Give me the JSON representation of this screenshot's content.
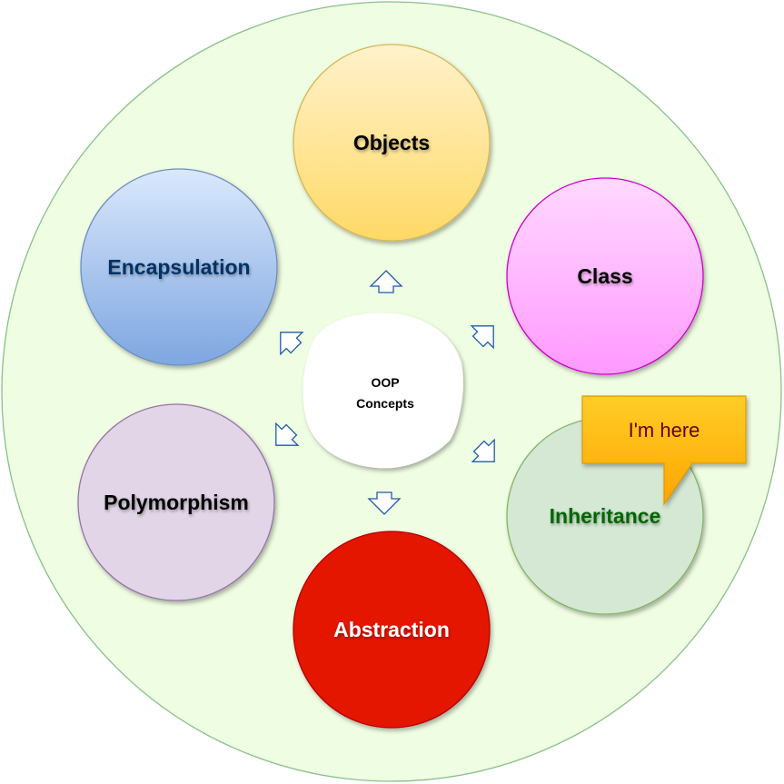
{
  "center": {
    "line1": "OOP",
    "line2": "Concepts"
  },
  "concepts": [
    {
      "id": "objects",
      "label": "Objects",
      "fill_top": "#fff2cc",
      "fill_bottom": "#ffd966",
      "stroke": "#d6b656",
      "text": "#000000"
    },
    {
      "id": "class",
      "label": "Class",
      "fill_top": "#ffd9ff",
      "fill_bottom": "#ff99ff",
      "stroke": "#cc00cc",
      "text": "#000000"
    },
    {
      "id": "inheritance",
      "label": "Inheritance",
      "fill_top": "#d5e8d4",
      "fill_bottom": "#d5e8d4",
      "stroke": "#82b366",
      "text": "#006600"
    },
    {
      "id": "abstraction",
      "label": "Abstraction",
      "fill_top": "#e51400",
      "fill_bottom": "#e51400",
      "stroke": "#b20000",
      "text": "#ffffff"
    },
    {
      "id": "polymorphism",
      "label": "Polymorphism",
      "fill_top": "#e1d5e7",
      "fill_bottom": "#e1d5e7",
      "stroke": "#9673a6",
      "text": "#000000"
    },
    {
      "id": "encapsulation",
      "label": "Encapsulation",
      "fill_top": "#dae8fc",
      "fill_bottom": "#7ea6e0",
      "stroke": "#6c8ebf",
      "text": "#003366"
    }
  ],
  "callout": {
    "label": "I'm here",
    "fill_top": "#ffcd28",
    "fill_bottom": "#ffa500",
    "stroke": "#d79b00",
    "text": "#660000"
  },
  "colors": {
    "background": "#effde2",
    "background_stroke": "#88c088",
    "arrow_stroke": "#1f5aa8"
  }
}
